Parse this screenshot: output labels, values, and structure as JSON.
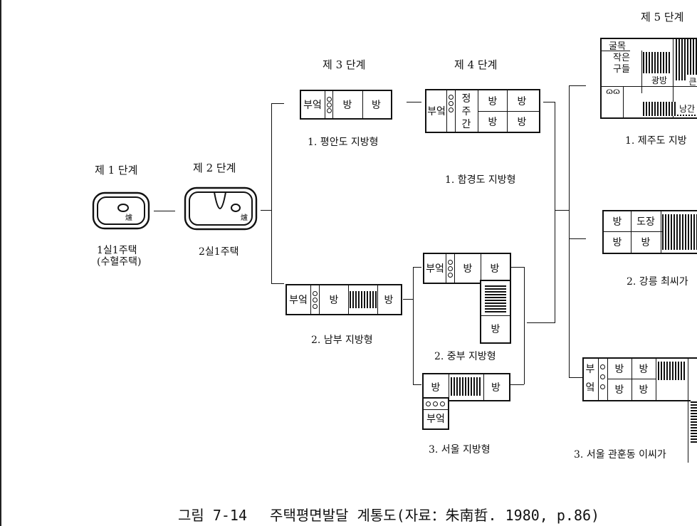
{
  "stages": {
    "s1": "제 1 단계",
    "s2": "제 2 단계",
    "s3": "제 3 단계",
    "s4": "제 4 단계",
    "s5": "제 5 단계"
  },
  "stage1": {
    "caption_line1": "1실1주택",
    "caption_line2": "(수혈주택)",
    "mark": "爐"
  },
  "stage2": {
    "caption": "2실1주택",
    "mark": "爐"
  },
  "rooms": {
    "bueok": "부엌",
    "bang": "방",
    "jeong": "정",
    "ju": "주",
    "gan": "간",
    "bu": "부",
    "eok": "엌",
    "dojang": "도장",
    "gulmok": "굴목",
    "jageun": "작은",
    "gudeul": "구들",
    "gwangbang": "광방",
    "keun": "큰",
    "nanggan": "낭간",
    "symbol": "ɷɷ"
  },
  "captions": {
    "pyeongando": "1. 평안도 지방형",
    "nambu": "2. 남부 지방형",
    "hamgyeongdo": "1. 함경도 지방형",
    "jungbu": "2. 중부 지방형",
    "seoul": "3. 서울 지방형",
    "jeju": "1. 제주도 지방",
    "gangneung": "2. 강릉 최씨가",
    "gwanhun": "3. 서울 관훈동 이씨가"
  },
  "figure_caption": "그림 7-14　 주택평면발달 계통도(자료：朱南哲. 1980, p.86)"
}
